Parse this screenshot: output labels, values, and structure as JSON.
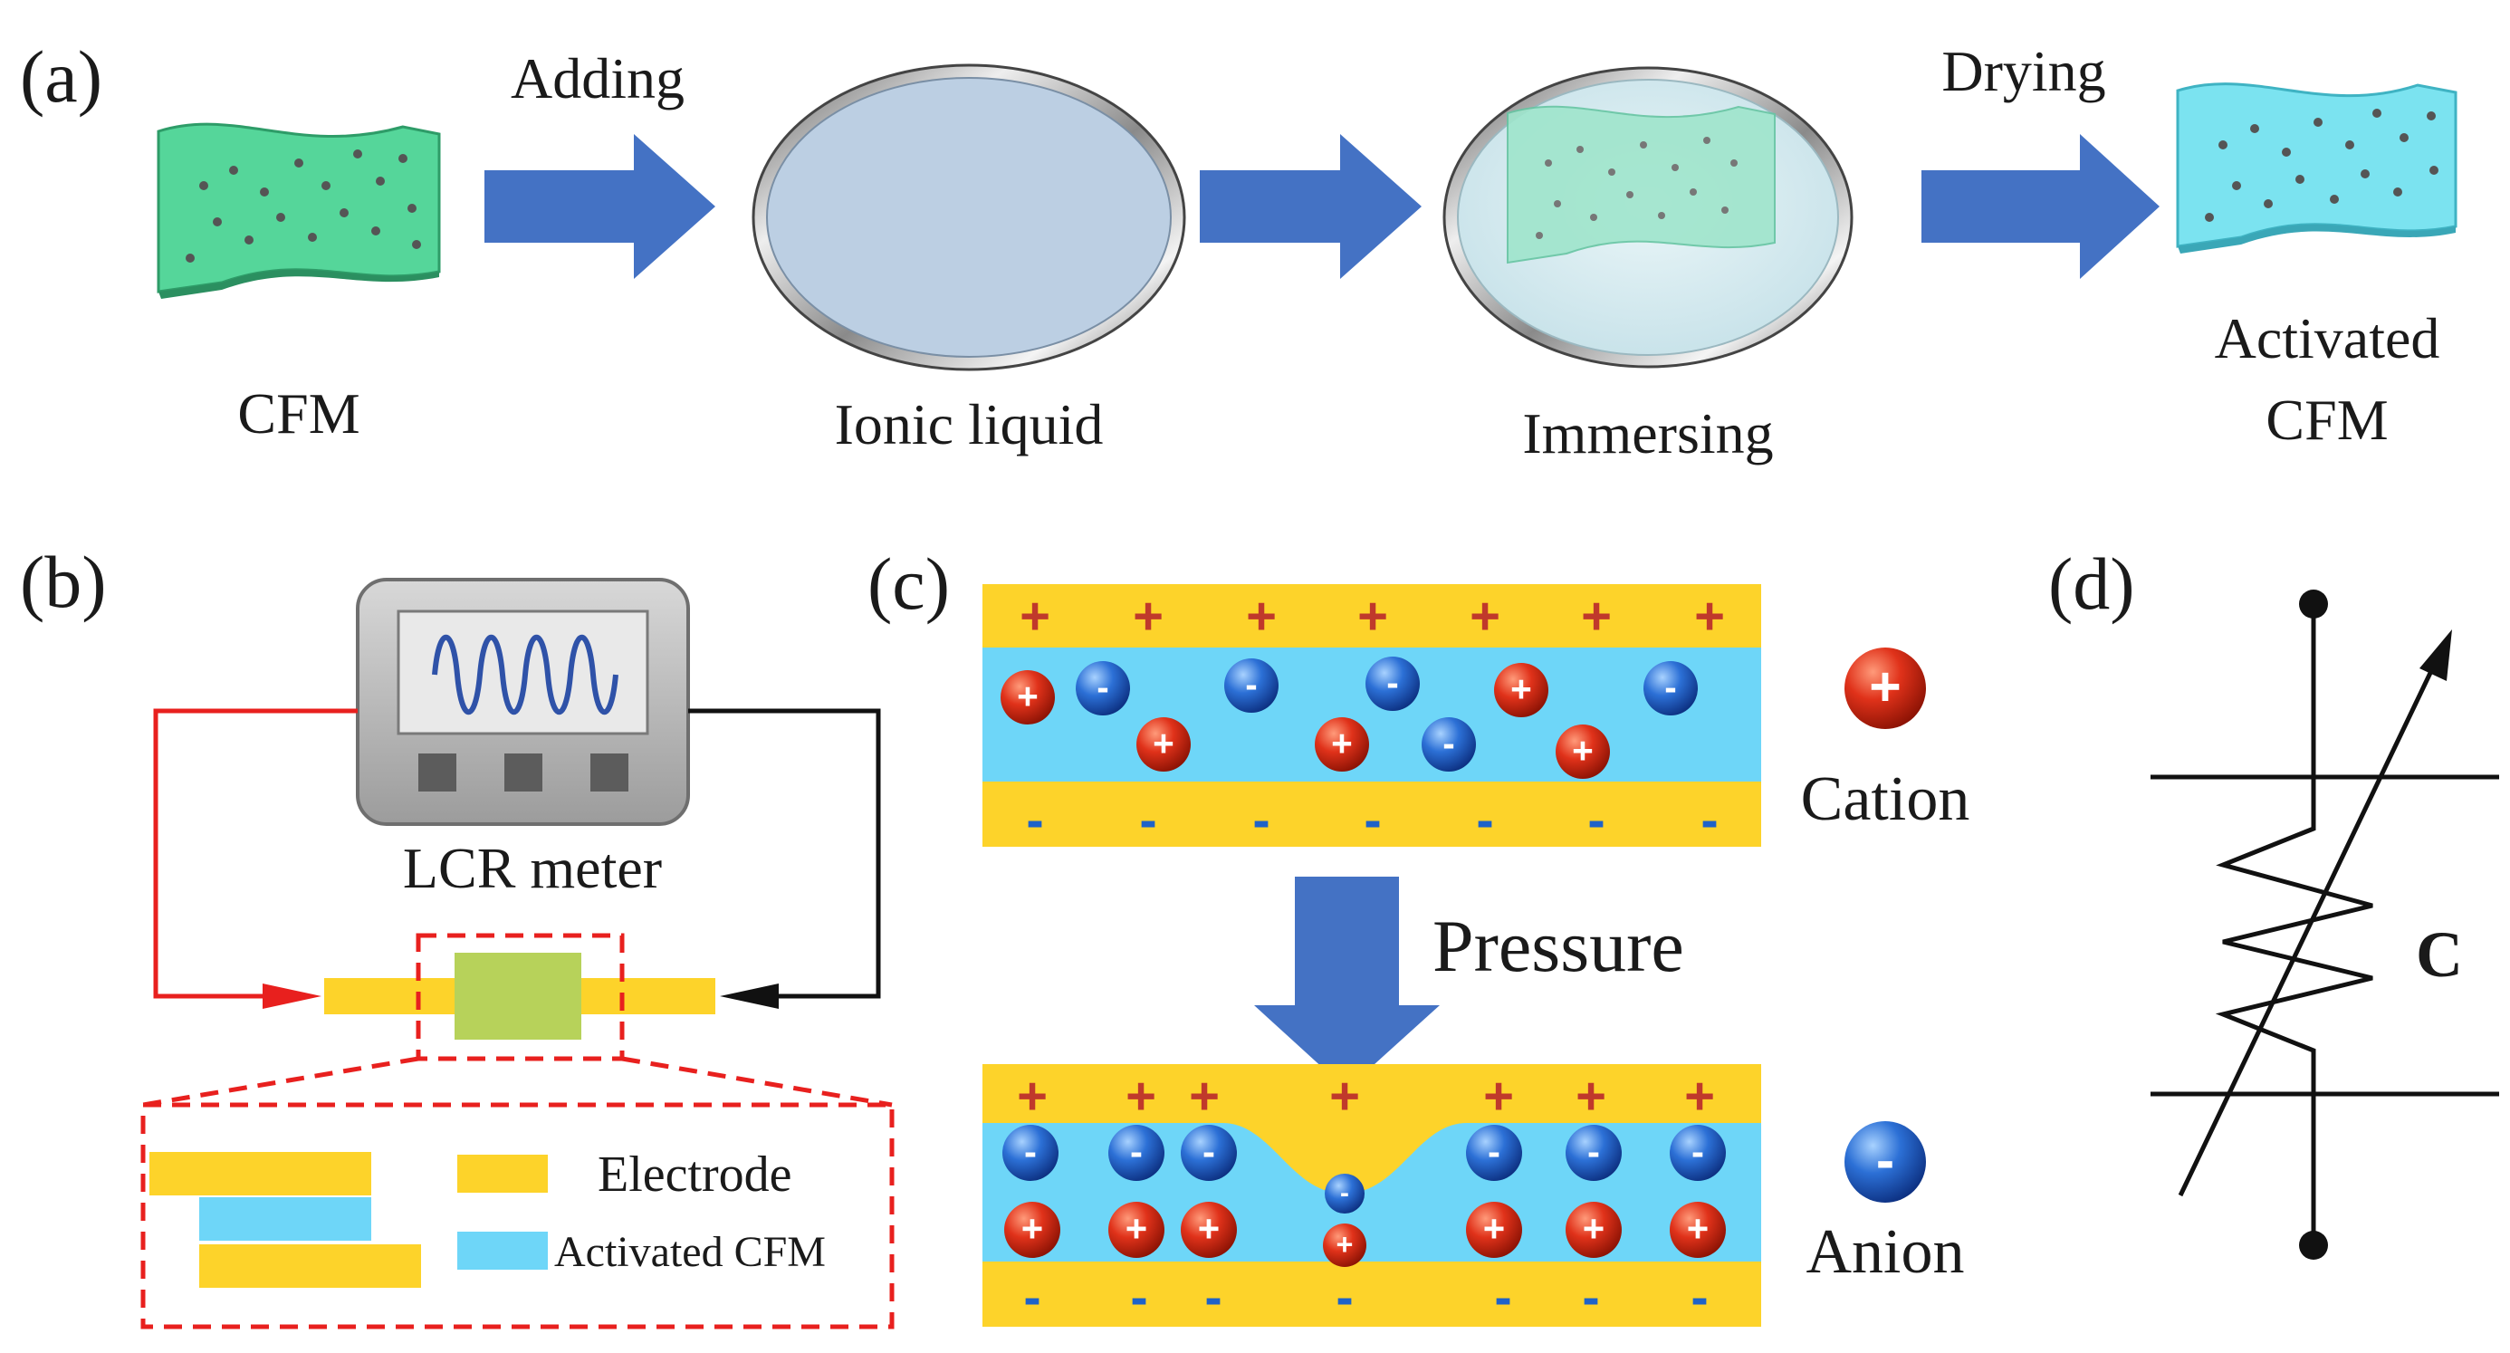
{
  "panel_a": {
    "label": "(a)",
    "steps": [
      {
        "caption_lines": [
          "CFM"
        ]
      },
      {
        "caption_lines": [
          "Ionic liquid"
        ]
      },
      {
        "caption_lines": [
          "Immersing"
        ]
      },
      {
        "caption_lines": [
          "Activated",
          "CFM"
        ]
      }
    ],
    "arrows": [
      {
        "label": "Adding"
      },
      {
        "label": ""
      },
      {
        "label": "Drying"
      }
    ]
  },
  "panel_b": {
    "label": "(b)",
    "meter_label": "LCR meter",
    "legend": {
      "electrode": "Electrode",
      "activated": "Activated CFM"
    }
  },
  "panel_c": {
    "label": "(c)",
    "pressure_label": "Pressure",
    "cation_label": "Cation",
    "anion_label": "Anion",
    "plus": "+",
    "minus": "-"
  },
  "panel_d": {
    "label": "(d)",
    "symbol_label": "C"
  },
  "colors": {
    "arrow": "#4472C4",
    "electrode": "#FDD32A",
    "electrolyte": "#6ED6F8",
    "cfm_green": "#55D69A",
    "cfm_cyan": "#7BE3F0",
    "cation": "#D62A10",
    "anion": "#1F62C8",
    "lead_red": "#E8201E",
    "lead_black": "#111111"
  }
}
